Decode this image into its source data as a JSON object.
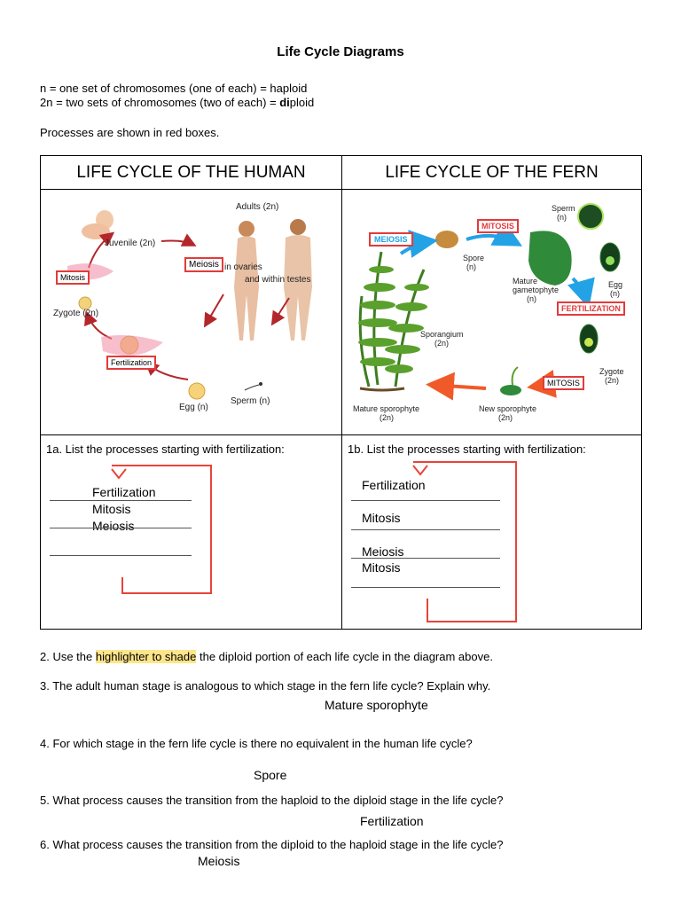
{
  "title": "Life Cycle Diagrams",
  "intro": {
    "line1": "n = one set of chromosomes (one of each) = haploid",
    "line2_pre": "2n = two sets of chromosomes (two of each) = ",
    "line2_bold": "di",
    "line2_post": "ploid",
    "line3": "Processes are shown in red boxes."
  },
  "table": {
    "human_header": "LIFE CYCLE OF THE HUMAN",
    "fern_header": "LIFE CYCLE OF THE FERN",
    "human_labels": {
      "adults": "Adults (2n)",
      "juvenile": "Juvenile (2n)",
      "mitosis": "Mitosis",
      "meiosis": "Meiosis",
      "in_ovaries": "in ovaries",
      "within_testes": "and within testes",
      "zygote": "Zygote (2n)",
      "fertilization": "Fertilization",
      "egg": "Egg (n)",
      "sperm": "Sperm (n)"
    },
    "fern_labels": {
      "sperm": "Sperm",
      "sperm_n": "(n)",
      "mitosis": "MITOSIS",
      "meiosis": "MEIOSIS",
      "spore": "Spore",
      "spore_n": "(n)",
      "mature_gametophyte": "Mature",
      "gametophyte": "gametophyte",
      "gametophyte_n": "(n)",
      "egg": "Egg",
      "egg_n": "(n)",
      "fertilization": "FERTILIZATION",
      "sporangium": "Sporangium",
      "sporangium_2n": "(2n)",
      "zygote": "Zygote",
      "zygote_2n": "(2n)",
      "mitosis2": "MITOSIS",
      "mature_sporophyte": "Mature sporophyte",
      "mature_sporophyte_2n": "(2n)",
      "new_sporophyte": "New sporophyte",
      "new_sporophyte_2n": "(2n)"
    },
    "q1a": "1a. List the processes starting with fertilization:",
    "q1b": "1b. List the processes starting with fertilization:",
    "ans1a": [
      "Fertilization",
      "Mitosis",
      "Meiosis"
    ],
    "ans1b": [
      "Fertilization",
      "Mitosis",
      "Meiosis",
      "Mitosis"
    ]
  },
  "q2": {
    "pre": "2. Use the ",
    "highlight": "highlighter to shade",
    "post": " the diploid portion of each life cycle in the diagram above."
  },
  "q3": "3. The adult human stage is analogous to which stage in the fern life cycle?  Explain why.",
  "a3": "Mature sporophyte",
  "q4": "4.  For which stage in the fern life cycle is there no equivalent in the human life cycle?",
  "a4": "Spore",
  "q5": "5. What process causes the transition from the haploid to the diploid stage in the life cycle?",
  "a5": "Fertilization",
  "q6": "6.  What process causes the transition from the diploid to the haploid stage in the life cycle?",
  "a6": "Meiosis"
}
